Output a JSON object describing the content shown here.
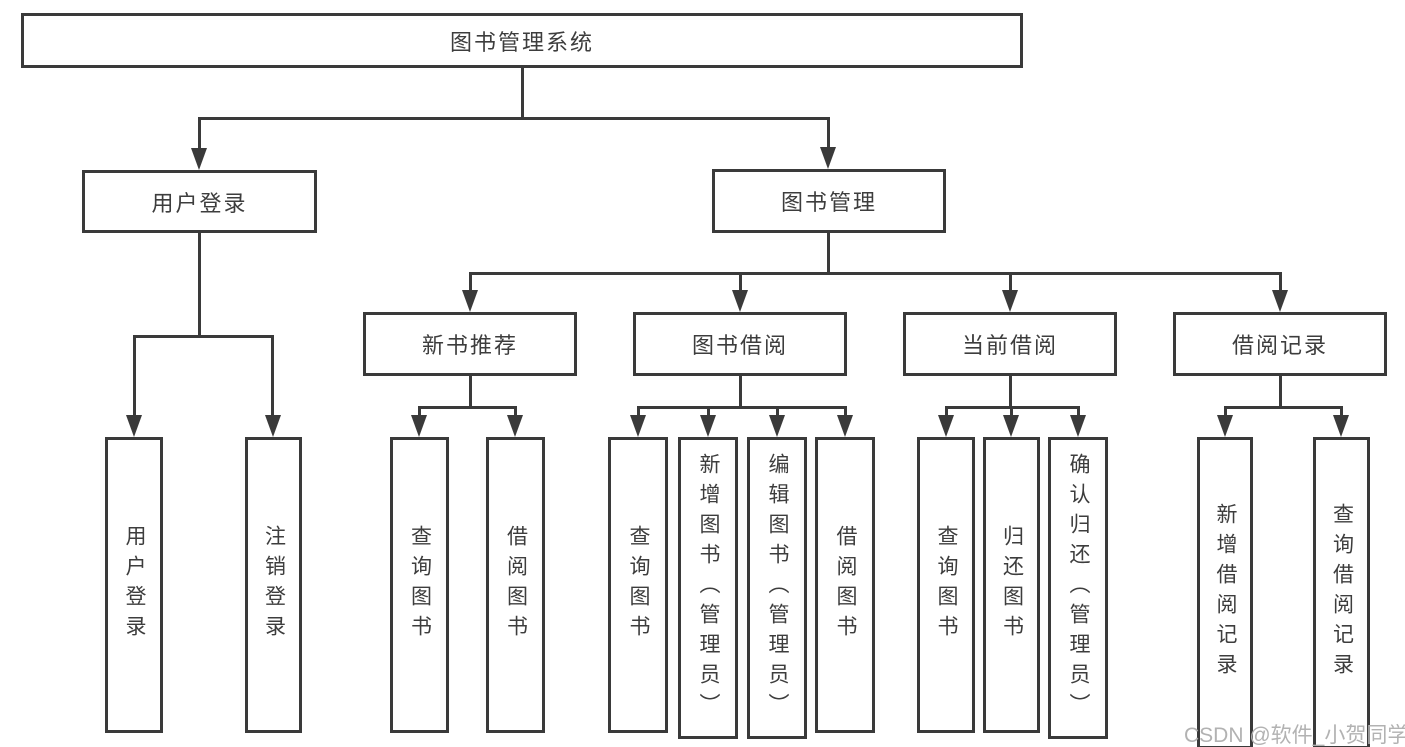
{
  "diagram": {
    "root": "图书管理系统",
    "level2": [
      "用户登录",
      "图书管理"
    ],
    "level3": [
      "新书推荐",
      "图书借阅",
      "当前借阅",
      "借阅记录"
    ],
    "leaves_user": [
      "用户登录",
      "注销登录"
    ],
    "leaves_newbook": [
      "查询图书",
      "借阅图书"
    ],
    "leaves_borrow": [
      "查询图书",
      "新增图书（管理员）",
      "编辑图书（管理员）",
      "借阅图书"
    ],
    "leaves_current": [
      "查询图书",
      "归还图书",
      "确认归还（管理员）"
    ],
    "leaves_record": [
      "新增借阅记录",
      "查询借阅记录"
    ]
  },
  "watermark": "CSDN @软件_小贺同学",
  "colors": {
    "line": "#3a3a3a",
    "text": "#3d3d3d",
    "watermark": "#b2b2b2",
    "background": "#ffffff"
  }
}
